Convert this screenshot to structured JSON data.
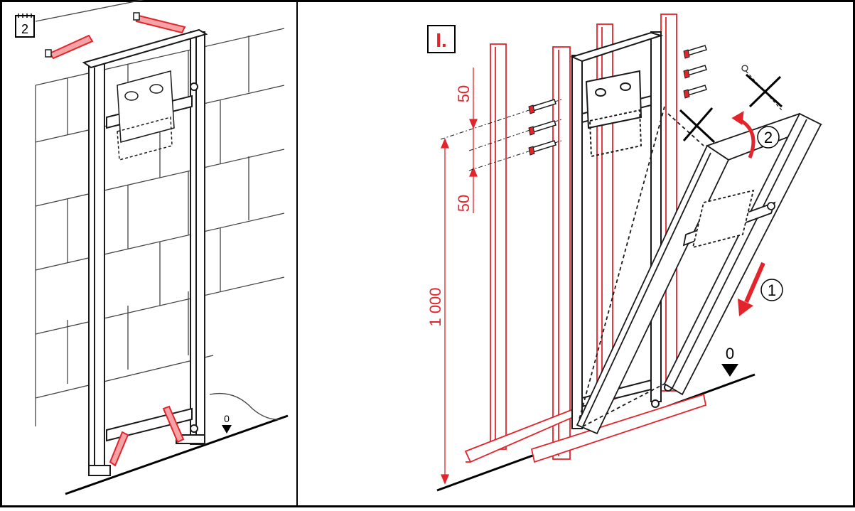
{
  "left_panel": {
    "step_number": "2",
    "floor_level_label": "0"
  },
  "right_panel": {
    "step_label": "I.",
    "dim_top": "50",
    "dim_middle": "50",
    "dim_total": "1 000",
    "floor_level_label": "0",
    "action_1": "1",
    "action_2": "2"
  },
  "colors": {
    "line": "#1a1a1a",
    "accent_red": "#e3242b",
    "wall_line": "#333333"
  },
  "icons": [
    "notepad-step-icon",
    "screw-icon",
    "cross-mark-icon",
    "arrow-down-red-icon",
    "rotate-arrow-red-icon",
    "level-triangle-icon"
  ]
}
